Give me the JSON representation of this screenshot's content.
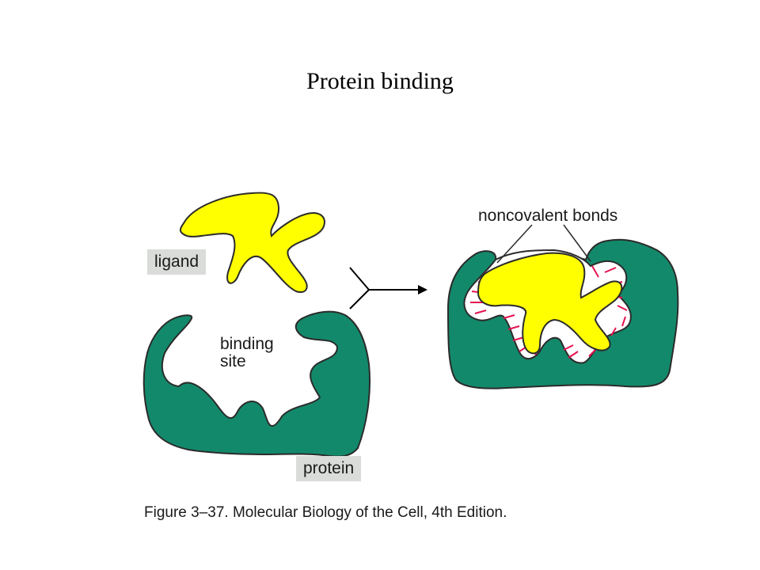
{
  "title": "Protein binding",
  "labels": {
    "ligand": "ligand",
    "binding_site_line1": "binding",
    "binding_site_line2": "site",
    "protein": "protein",
    "noncovalent_bonds": "noncovalent bonds"
  },
  "caption": "Figure 3–37. Molecular Biology of the Cell, 4th Edition.",
  "colors": {
    "ligand": "#ffff00",
    "protein": "#13896b",
    "bonds": "#e4134f",
    "label_box": "#d9dcd8"
  }
}
